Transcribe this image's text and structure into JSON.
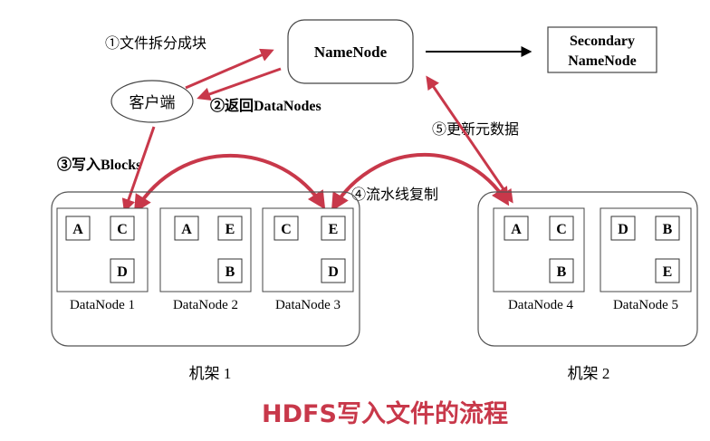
{
  "namenode": {
    "label": "NameNode"
  },
  "secondary": {
    "line1": "Secondary",
    "line2": "NameNode"
  },
  "client": {
    "label": "客户端"
  },
  "steps": {
    "s1": "①文件拆分成块",
    "s2": "②返回DataNodes",
    "s3": "③写入Blocks",
    "s4": "④流水线复制",
    "s5": "⑤更新元数据"
  },
  "racks": [
    {
      "label": "机架 1",
      "datanodes": [
        {
          "name": "DataNode 1",
          "blocks": [
            "A",
            "C",
            "D"
          ]
        },
        {
          "name": "DataNode 2",
          "blocks": [
            "A",
            "E",
            "B"
          ]
        },
        {
          "name": "DataNode 3",
          "blocks": [
            "C",
            "E",
            "D"
          ]
        }
      ]
    },
    {
      "label": "机架 2",
      "datanodes": [
        {
          "name": "DataNode 4",
          "blocks": [
            "A",
            "C",
            "B"
          ]
        },
        {
          "name": "DataNode 5",
          "blocks": [
            "D",
            "B",
            "E"
          ]
        }
      ]
    }
  ],
  "caption": "HDFS写入文件的流程",
  "colors": {
    "arrow": "#c8384a",
    "caption": "#c8384a",
    "line": "#333333",
    "black_arrow": "#000000"
  }
}
